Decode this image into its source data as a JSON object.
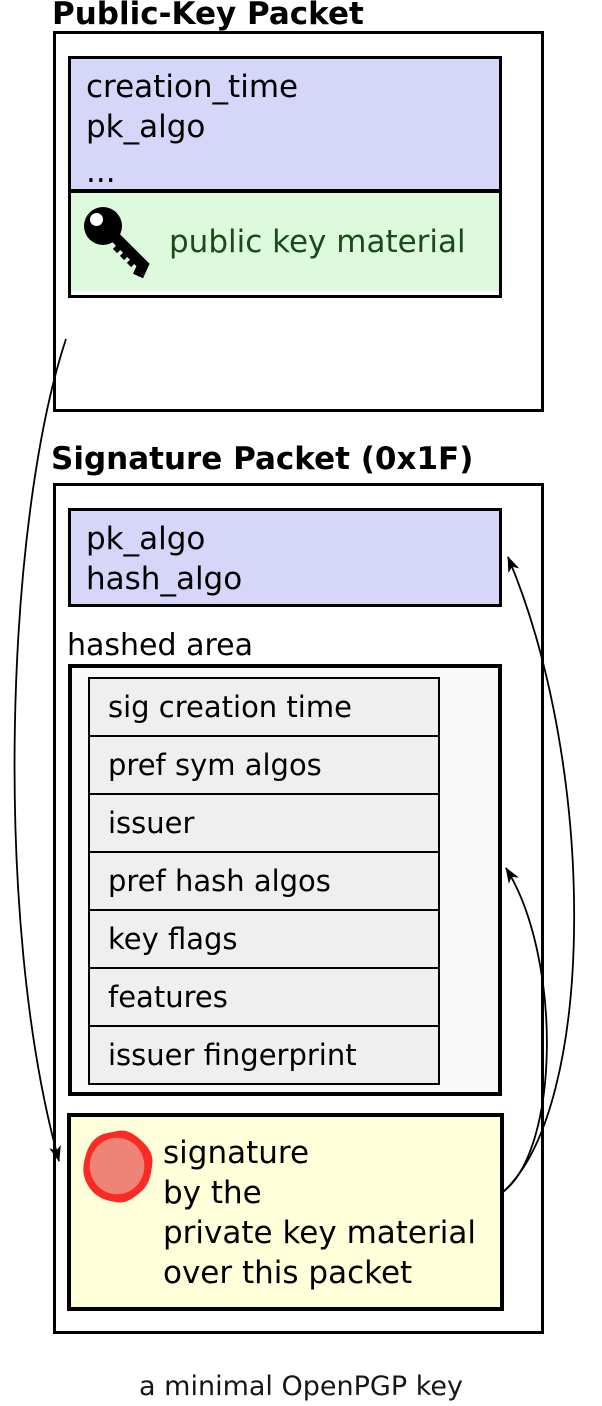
{
  "public_key_packet": {
    "title": "Public-Key Packet",
    "fields": [
      "creation_time",
      "pk_algo",
      "..."
    ],
    "material_label": "public key material"
  },
  "signature_packet": {
    "title": "Signature Packet (0x1F)",
    "fields": [
      "pk_algo",
      "hash_algo"
    ],
    "hashed_area": {
      "label": "hashed area",
      "subpackets": [
        "sig creation time",
        "pref sym algos",
        "issuer",
        "pref hash algos",
        "key flags",
        "features",
        "issuer fingerprint"
      ]
    },
    "signature": {
      "lines": [
        "signature",
        "by the",
        "private key material",
        "over this packet"
      ]
    }
  },
  "caption": "a minimal OpenPGP key",
  "icons": {
    "key": "key-icon",
    "seal": "wax-seal-icon"
  },
  "colors": {
    "header_fill": "#d6d6f8",
    "material_fill": "#ddfadd",
    "material_text": "#1b4a1b",
    "hashed_fill": "#f8f8f8",
    "subpacket_fill": "#efefef",
    "signature_fill": "#ffffd9",
    "seal_ring": "#fa2b25",
    "seal_center": "#ee8376",
    "border": "#000000"
  }
}
